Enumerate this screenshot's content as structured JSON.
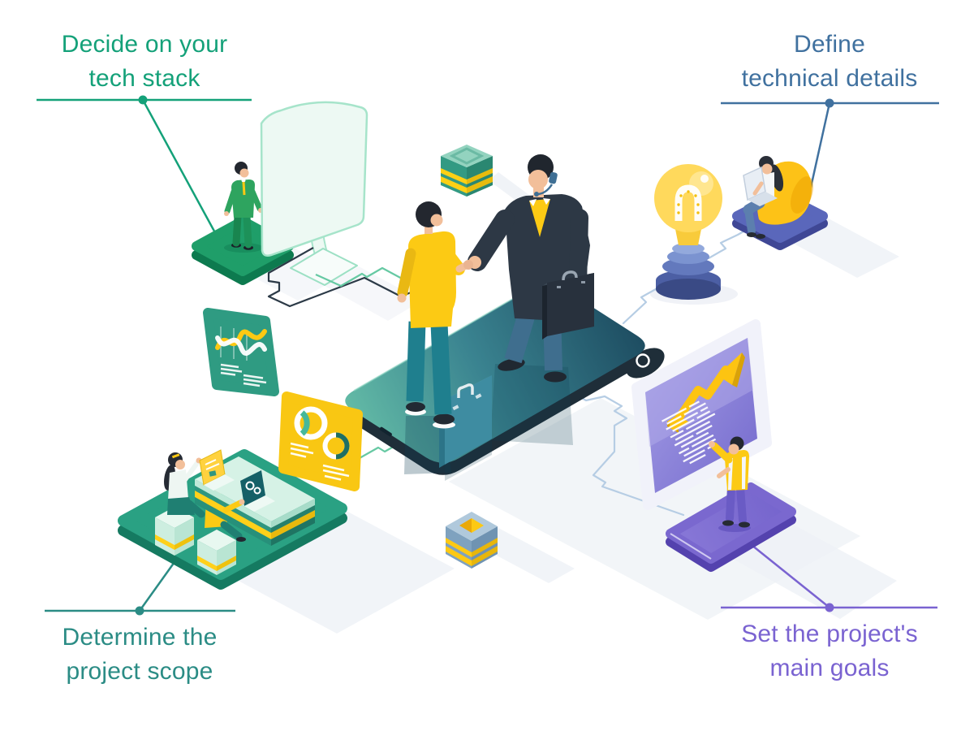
{
  "background": "#ffffff",
  "callouts": {
    "tech_stack": {
      "line1": "Decide on your",
      "line2": "tech stack",
      "color": "#14a179"
    },
    "technical_details": {
      "line1": "Define",
      "line2": "technical details",
      "color": "#40719f"
    },
    "project_scope": {
      "line1": "Determine the",
      "line2": "project scope",
      "color": "#2b8c85"
    },
    "main_goals": {
      "line1": "Set the project's",
      "line2": "main goals",
      "color": "#7a63d1"
    }
  },
  "palette": {
    "yellow": "#fcca14",
    "teal_pants": "#1f7f8e",
    "suit_dark": "#2d3845",
    "phone_teal_light": "#63bba6",
    "phone_teal_dark": "#1c4a5f",
    "mint_outline": "#a6e4ca",
    "green_platform": "#1f9e69",
    "desk_green": "#2aa183",
    "indigo_platform": "#5a67bb",
    "purple_platform": "#7a68cf",
    "purple_screen": "#8780d6",
    "light_blue_line": "#b6cde4",
    "mint_line": "#66c9a3",
    "navy_line": "#2c3a47",
    "skin": "#f2bf9a",
    "shadow": "#eef1f6"
  },
  "scenes": [
    {
      "name": "tech-stack-monitor-scene",
      "icon": "monitor-icon"
    },
    {
      "name": "handshake-agreement-scene",
      "icon": "handshake-icon"
    },
    {
      "name": "idea-lightbulb",
      "icon": "lightbulb-icon"
    },
    {
      "name": "developer-beanbag-scene",
      "icon": "laptop-icon"
    },
    {
      "name": "team-workspace-scene",
      "icon": "desks-icon"
    },
    {
      "name": "growth-chart-scene",
      "icon": "arrow-up-icon"
    },
    {
      "name": "wave-chart-card",
      "icon": "area-chart-icon"
    },
    {
      "name": "donut-chart-card",
      "icon": "donut-chart-icon"
    },
    {
      "name": "server-stack-teal",
      "icon": "layers-icon"
    },
    {
      "name": "server-stack-blue",
      "icon": "layers-icon"
    }
  ]
}
